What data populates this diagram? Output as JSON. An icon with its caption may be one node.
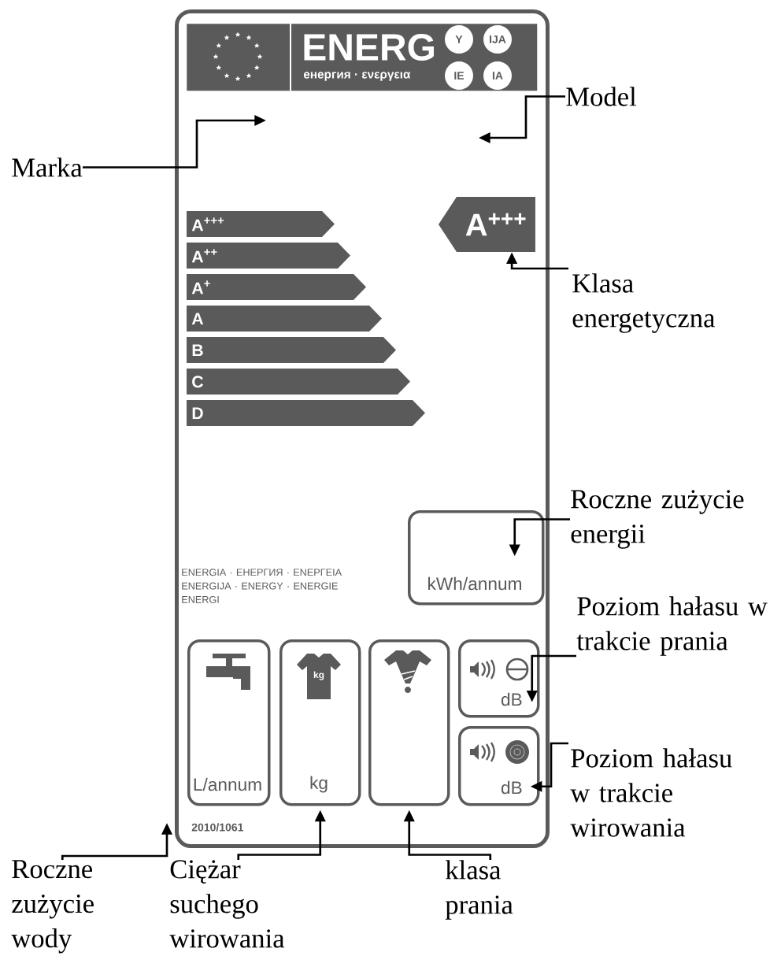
{
  "diagram": {
    "nodes": [
      {
        "text": [],
        "shape": "box"
      },
      {
        "text": [
          "ENERG",
          "енергия · ενεργεια"
        ],
        "in": 0
      },
      {
        "text": [
          "Y"
        ],
        "in": 1
      },
      {
        "text": [
          "IJA"
        ],
        "in": 1
      },
      {
        "text": [
          "IE"
        ],
        "in": 1
      },
      {
        "text": [
          "IA"
        ],
        "in": 1
      },
      {
        "text": [
          "Marka"
        ]
      },
      {
        "text": [
          "Model"
        ]
      },
      {
        "text": [
          "A$^{+++}$"
        ],
        "in": 0
      },
      {
        "text": [
          "A$^{++}$"
        ],
        "in": 0
      },
      {
        "text": [
          "A$^{+}$"
        ],
        "in": 0
      },
      {
        "text": [
          "A"
        ],
        "in": 0
      },
      {
        "text": [
          "B"
        ],
        "in": 0
      },
      {
        "text": [
          "C"
        ],
        "in": 0
      },
      {
        "text": [
          "D"
        ],
        "in": 0
      },
      {
        "text": [
          "A$^{+++}$"
        ],
        "in": 0
      },
      {
        "text": [
          "Klasa energetyczna"
        ]
      },
      {
        "text": [
          "kWh/annum"
        ],
        "in": 0
      },
      {
        "text": [
          "Roczne zużycie energii"
        ]
      },
      {
        "text": [
          "L/annum"
        ],
        "in": 0
      },
      {
        "text": [
          "kg",
          "kg"
        ],
        "in": 0
      },
      {
        "text": [],
        "shape": "box",
        "in": 0
      },
      {
        "text": [
          "dB"
        ],
        "in": 0
      },
      {
        "text": [
          "dB"
        ],
        "in": 0
      },
      {
        "text": [
          "Poziom hałasu w trakcie prania"
        ]
      },
      {
        "text": [
          "Poziom hałasu w trakcie wirowania"
        ]
      },
      {
        "text": [
          "Roczne zużycie wody"
        ]
      },
      {
        "text": [
          "Ciężar suchego wirowania"
        ]
      },
      {
        "text": [
          "klasa prania"
        ]
      }
    ],
    "edges": [
      {
        "from": 6,
        "to": null,
        "arrow": "to"
      },
      {
        "from": 7,
        "to": null,
        "arrow": "to"
      },
      {
        "from": 16,
        "to": 15,
        "arrow": "to"
      },
      {
        "from": 18,
        "to": 17,
        "arrow": "to"
      },
      {
        "from": 24,
        "to": 22,
        "arrow": "to"
      },
      {
        "from": 25,
        "to": 23,
        "arrow": "to"
      },
      {
        "from": 26,
        "to": 0,
        "arrow": "to"
      },
      {
        "from": 27,
        "to": 20,
        "arrow": "to"
      },
      {
        "from": 28,
        "to": 21,
        "arrow": "to"
      }
    ],
    "labels": [
      "ENERGIA · ЕНЕРГИЯ · ΕΝΕΡΓΕΙΑ ENERGIJA · ENERGY · ENERGIE ENERGI",
      "2010/1061"
    ]
  }
}
